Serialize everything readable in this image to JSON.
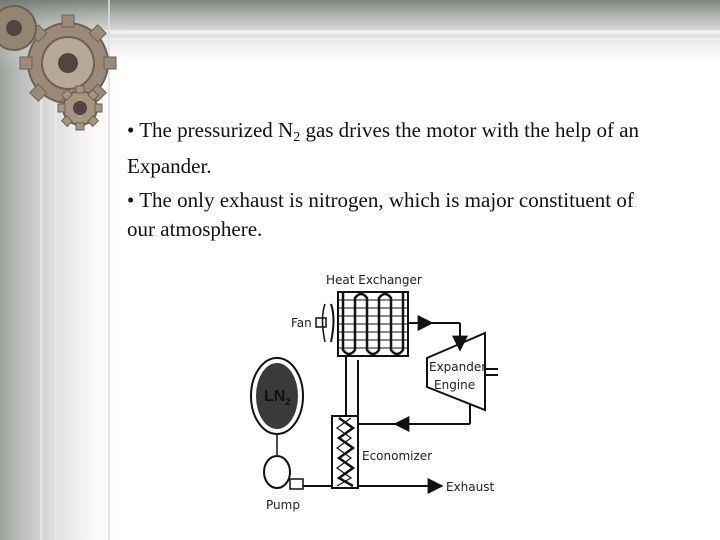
{
  "slide": {
    "bullet1": {
      "marker": "•",
      "text_before": "The pressurized N",
      "subscript": "2",
      "text_after": " gas drives the motor with the help of an Expander."
    },
    "bullet2": {
      "marker": "•",
      "text": "The only exhaust is nitrogen, which is major constituent of our atmosphere."
    }
  },
  "diagram": {
    "heat_exchanger_label": "Heat Exchanger",
    "fan_label": "Fan",
    "tank_label": "LN",
    "tank_subscript": "2",
    "expander_label_line1": "Expander",
    "expander_label_line2": "Engine",
    "economizer_label": "Economizer",
    "exhaust_label": "Exhaust",
    "pump_label": "Pump"
  },
  "theme": {
    "background_gray": "#8a8f88",
    "gear_color": "#9b8a78",
    "text_color": "#111111"
  }
}
